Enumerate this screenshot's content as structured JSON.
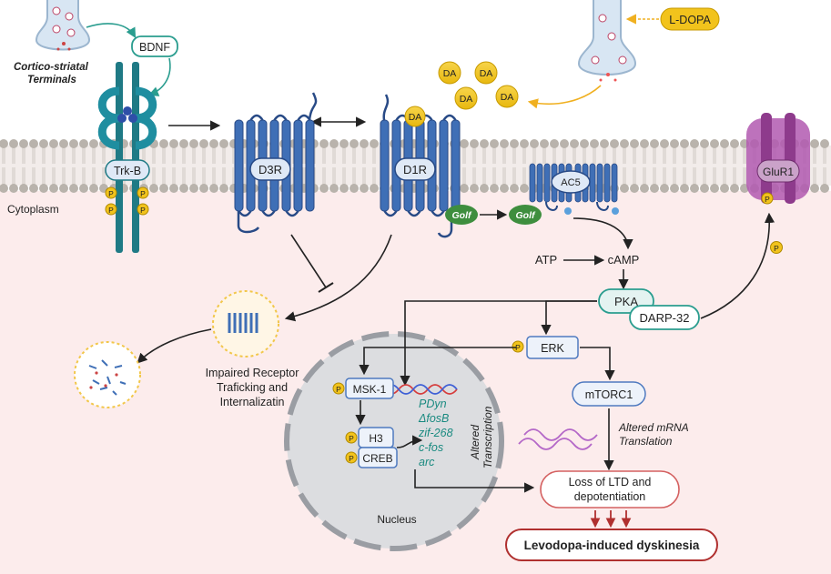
{
  "labels": {
    "terminals": "Cortico-striatal Terminals",
    "terminals_line1": "Cortico-striatal",
    "terminals_line2": "Terminals",
    "bdnf": "BDNF",
    "trkb": "Trk-B",
    "cytoplasm": "Cytoplasm",
    "d3r": "D3R",
    "d1r": "D1R",
    "da": "DA",
    "ldopa": "L-DOPA",
    "golf": "Golf",
    "ac5": "AC5",
    "glur1": "GluR1",
    "p": "P",
    "atp": "ATP",
    "camp": "cAMP",
    "pka": "PKA",
    "darp32": "DARP-32",
    "erk": "ERK",
    "mtorc1": "mTORC1",
    "msk1": "MSK-1",
    "h3": "H3",
    "creb": "CREB",
    "genes": [
      "PDyn",
      "ΔfosB",
      "zif-268",
      "c-fos",
      "arc"
    ],
    "altered_transcription_1": "Altered",
    "altered_transcription_2": "Transcription",
    "altered_mrna_1": "Altered mRNA",
    "altered_mrna_2": "Translation",
    "impaired_1": "Impaired Receptor",
    "impaired_2": "Traficking and",
    "impaired_3": "Internalizatin",
    "nucleus": "Nucleus",
    "loss_1": "Loss of LTD and",
    "loss_2": "depotentiation",
    "dyskinesia": "Levodopa-induced dyskinesia"
  },
  "colors": {
    "membrane_head": "#b9b3ac",
    "cytoplasm": "#fcecec",
    "receptor_blue": "#3f6fb6",
    "receptor_dark": "#284a86",
    "teal": "#2a9d8f",
    "trkb": "#1f7a85",
    "gold": "#f2c31c",
    "golf_green": "#3e8e3e",
    "glur1_purple": "#9c3f9a",
    "dyskinesia_red": "#b0302f",
    "nucleus_gray": "#dcdde0"
  }
}
